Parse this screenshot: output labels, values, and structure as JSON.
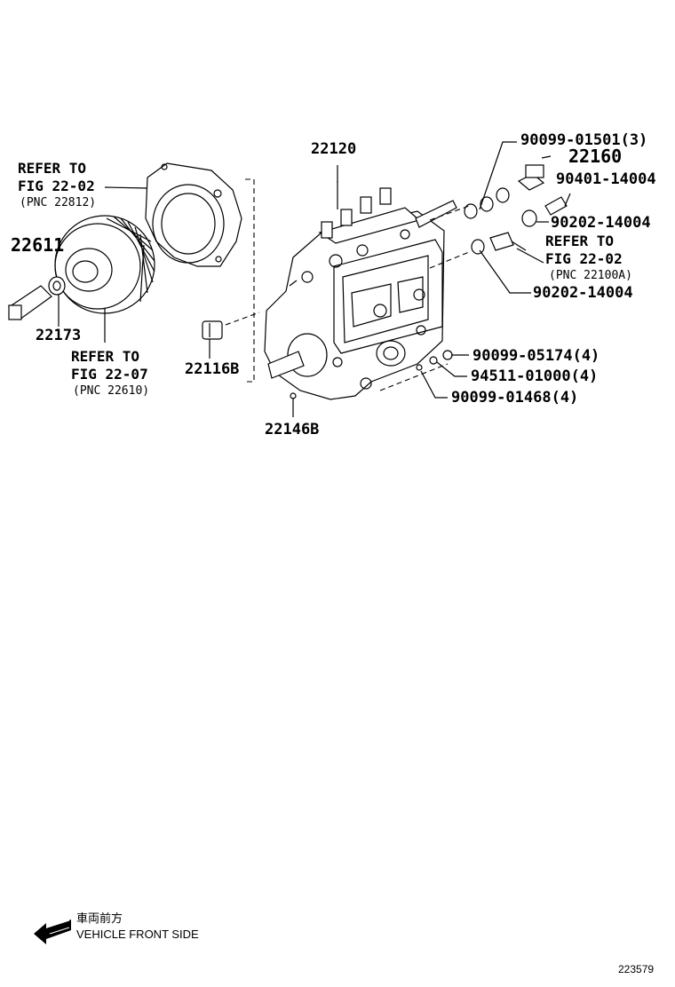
{
  "diagram": {
    "part_labels": {
      "p22120": "22120",
      "p22160": "22160",
      "p90099_01501": "90099-01501(3)",
      "p90401_14004": "90401-14004",
      "p90202_14004_a": "90202-14004",
      "p90202_14004_b": "90202-14004",
      "p22611": "22611",
      "p22173": "22173",
      "p22116b": "22116B",
      "p22146b": "22146B",
      "p90099_05174": "90099-05174(4)",
      "p94511_01000": "94511-01000(4)",
      "p90099_01468": "90099-01468(4)"
    },
    "references": {
      "ref1": {
        "line1": "REFER TO",
        "line2": "FIG 22-02",
        "line3": "(PNC 22812)"
      },
      "ref2": {
        "line1": "REFER TO",
        "line2": "FIG 22-07",
        "line3": "(PNC 22610)"
      },
      "ref3": {
        "line1": "REFER TO",
        "line2": "FIG 22-02",
        "line3": "(PNC 22100A)"
      }
    },
    "direction": {
      "japanese": "車両前方",
      "english": "VEHICLE FRONT SIDE"
    },
    "figure_id": "223579"
  }
}
